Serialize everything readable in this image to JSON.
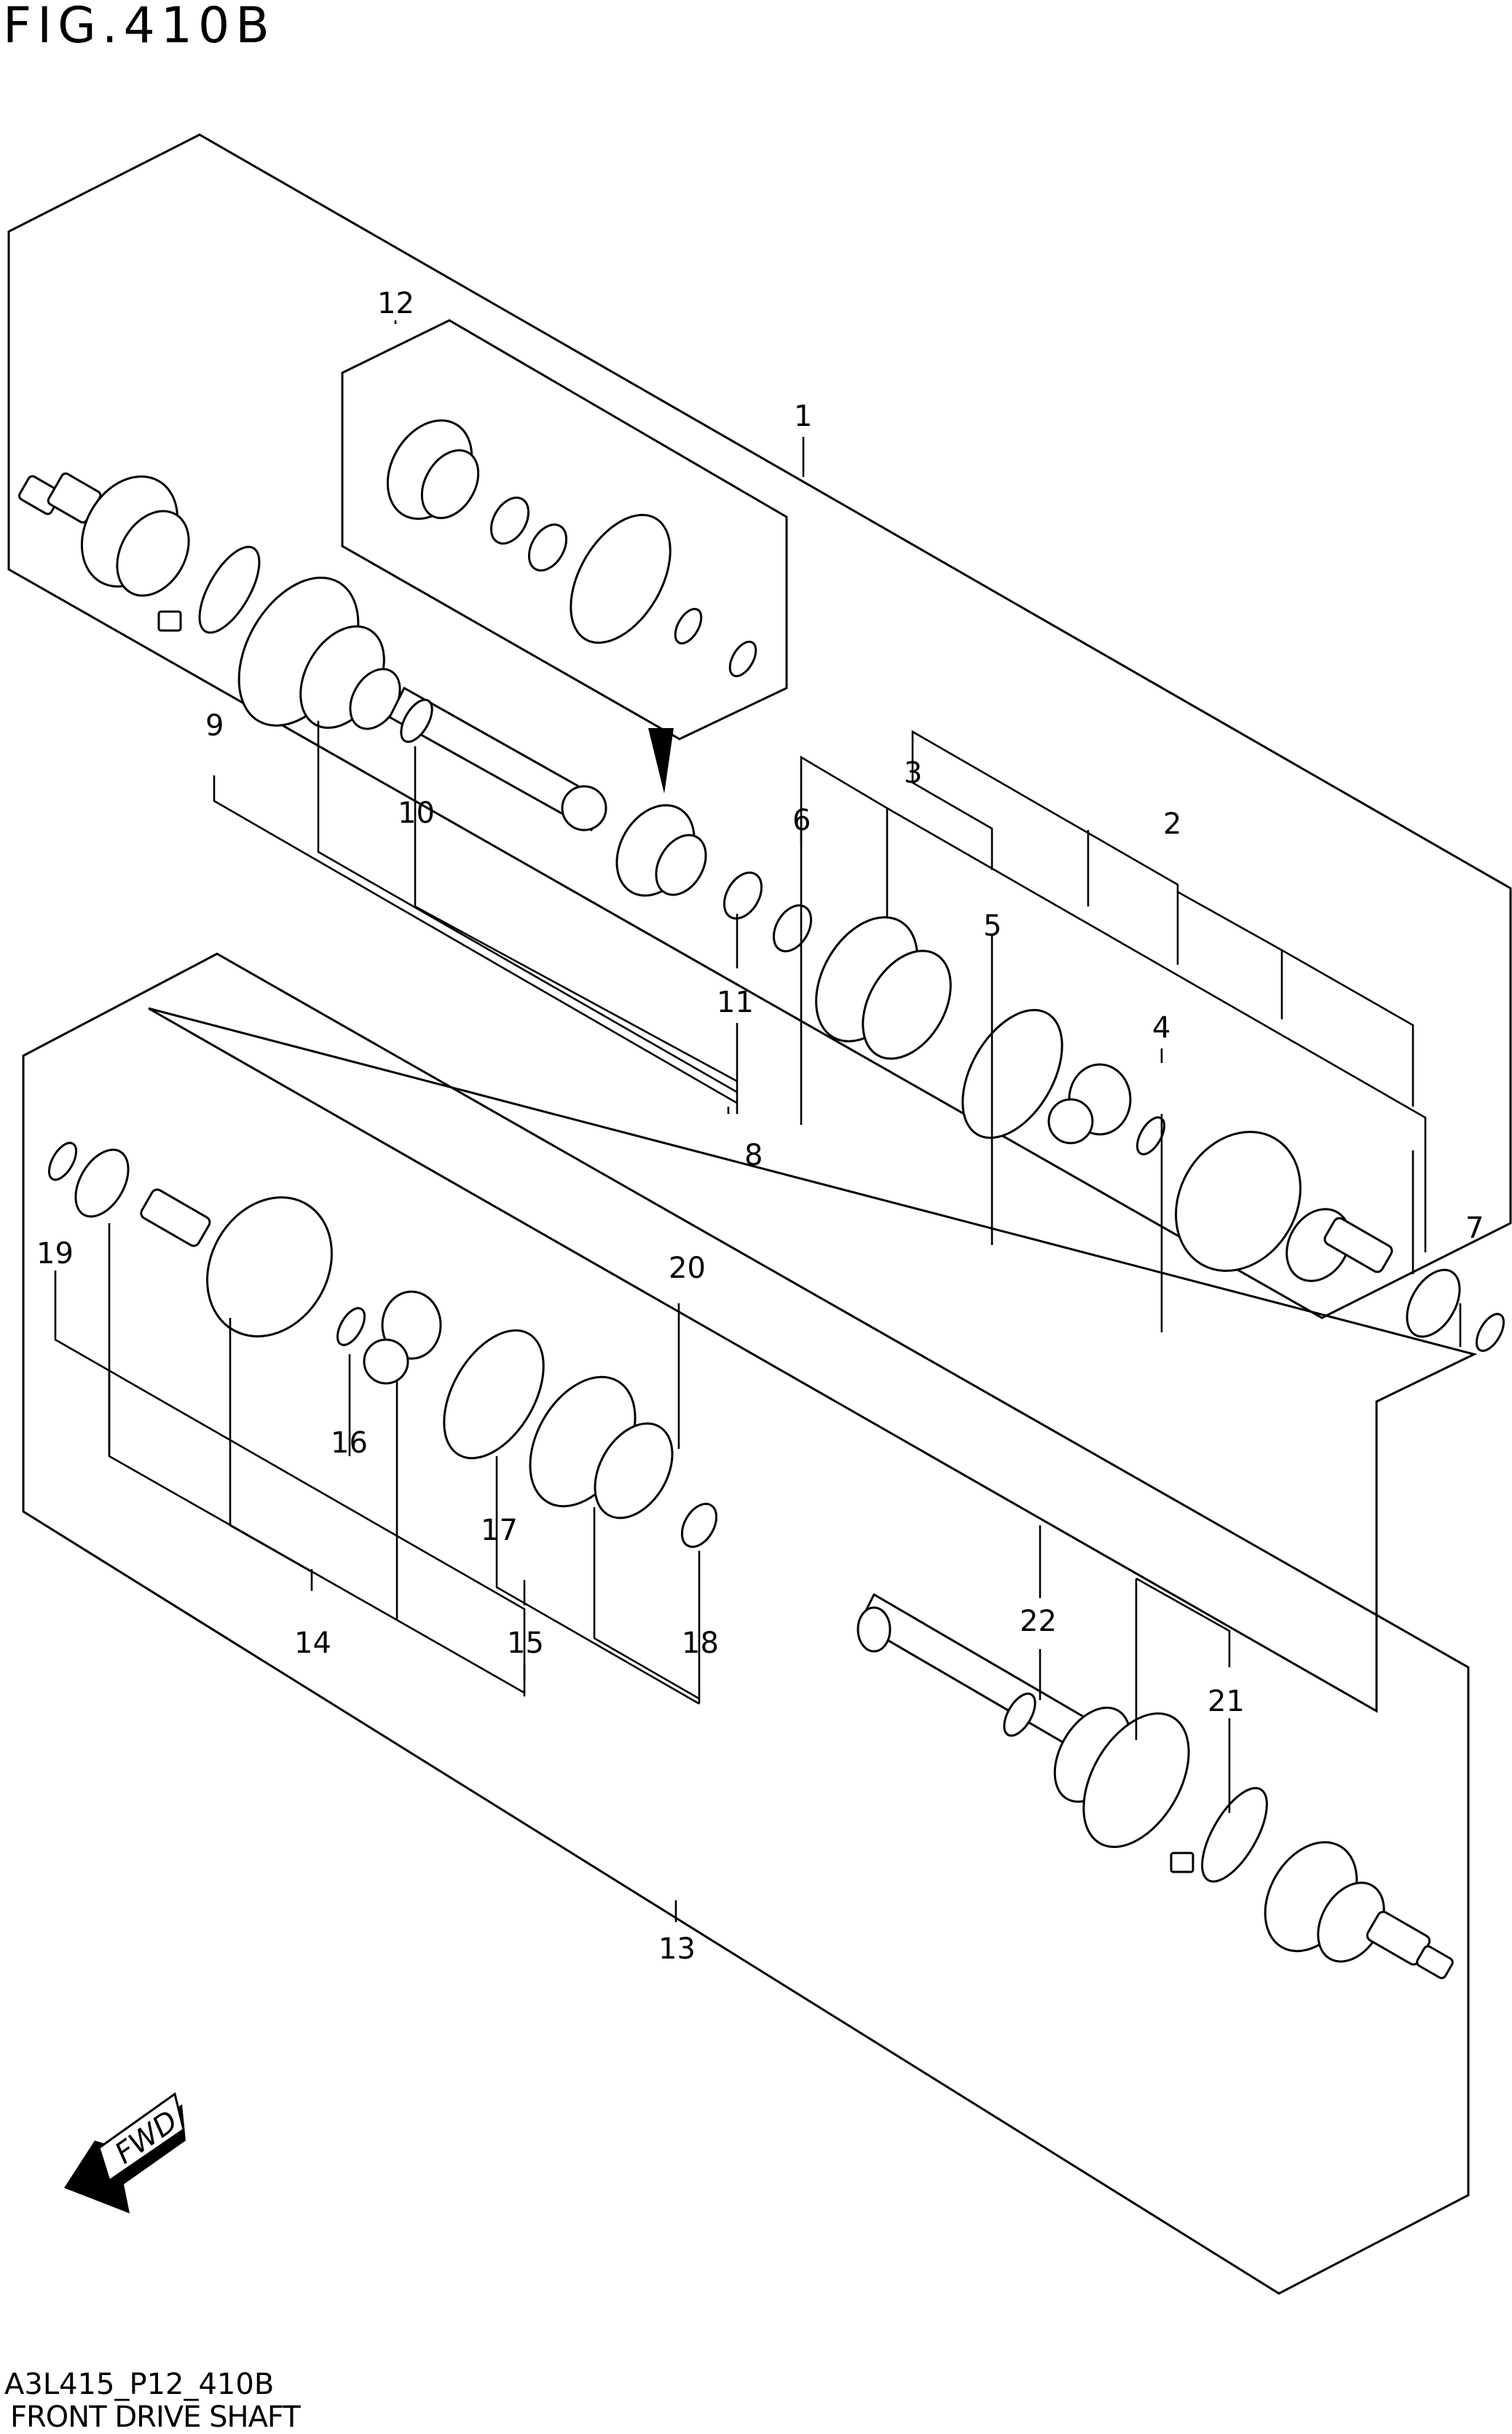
{
  "figure": {
    "title": "FIG.410B",
    "code": "A3L415_P12_410B",
    "name": "FRONT DRIVE SHAFT"
  },
  "fwd_label": "FWD",
  "callouts": [
    {
      "id": "c1",
      "label": "1"
    },
    {
      "id": "c2",
      "label": "2"
    },
    {
      "id": "c3",
      "label": "3"
    },
    {
      "id": "c4",
      "label": "4"
    },
    {
      "id": "c5",
      "label": "5"
    },
    {
      "id": "c6",
      "label": "6"
    },
    {
      "id": "c7",
      "label": "7"
    },
    {
      "id": "c8",
      "label": "8"
    },
    {
      "id": "c9",
      "label": "9"
    },
    {
      "id": "c10",
      "label": "10"
    },
    {
      "id": "c11",
      "label": "11"
    },
    {
      "id": "c12",
      "label": "12"
    },
    {
      "id": "c13",
      "label": "13"
    },
    {
      "id": "c14",
      "label": "14"
    },
    {
      "id": "c15",
      "label": "15"
    },
    {
      "id": "c16",
      "label": "16"
    },
    {
      "id": "c17",
      "label": "17"
    },
    {
      "id": "c18",
      "label": "18"
    },
    {
      "id": "c19",
      "label": "19"
    },
    {
      "id": "c20",
      "label": "20"
    },
    {
      "id": "c21",
      "label": "21"
    },
    {
      "id": "c22",
      "label": "22"
    }
  ]
}
